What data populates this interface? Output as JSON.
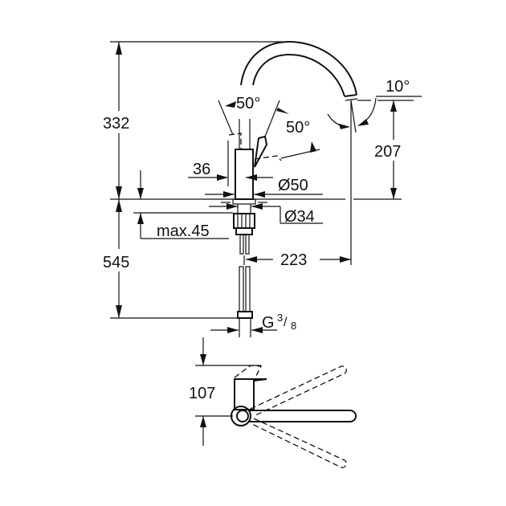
{
  "drawing": {
    "dimensions": {
      "height_above_deck": "332",
      "length_below_deck": "545",
      "spout_outlet_height": "207",
      "spout_reach": "223",
      "spout_angle": "10°",
      "lever_angle_front": "50°",
      "lever_angle_side": "50°",
      "lever_clearance": "36",
      "base_diameter": "Ø50",
      "hole_diameter": "Ø34",
      "max_deck_thickness": "max.45",
      "connection_thread_prefix": "G",
      "connection_thread_numerator": "3",
      "connection_thread_denominator": "8",
      "top_view_depth": "107"
    },
    "colors": {
      "line": "#111111",
      "background": "#ffffff"
    }
  }
}
